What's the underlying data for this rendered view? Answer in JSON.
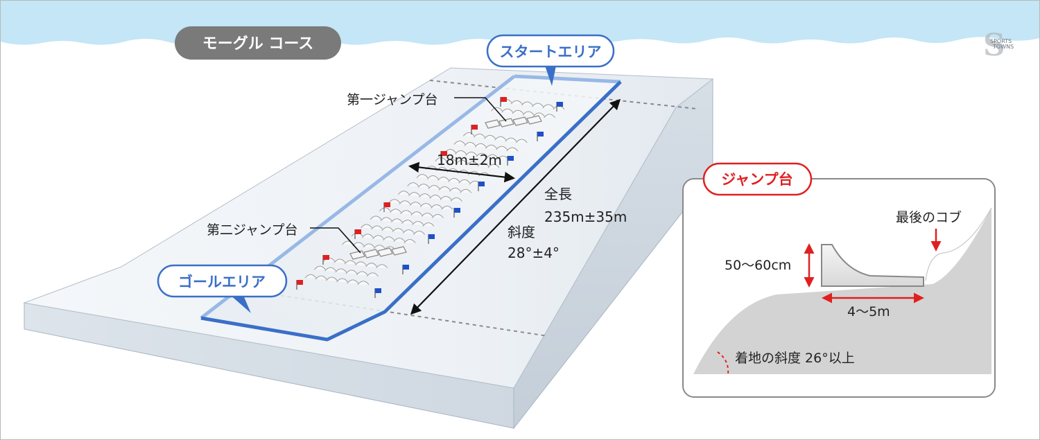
{
  "title_badge": "モーグル コース",
  "areas": {
    "start": "スタートエリア",
    "goal": "ゴールエリア"
  },
  "jumps": {
    "first": "第一ジャンプ台",
    "second": "第二ジャンプ台"
  },
  "dimensions": {
    "width": "18m±2m",
    "total_length_label": "全長",
    "total_length": "235m±35m",
    "slope_label": "斜度",
    "slope": "28°±4°"
  },
  "jump_detail": {
    "title": "ジャンプ台",
    "height": "50〜60cm",
    "distance": "4〜5m",
    "last_bump": "最後のコブ",
    "landing": "着地の斜度 26°以上"
  },
  "logo_text": "SPORTS TOWNS",
  "colors": {
    "sky": "#c4e6f6",
    "course_outline": "#3a6fc8",
    "title_badge": "#7a7a7a",
    "jump_badge": "#e02020",
    "flag_red": "#e02020",
    "flag_blue": "#2050c8"
  }
}
